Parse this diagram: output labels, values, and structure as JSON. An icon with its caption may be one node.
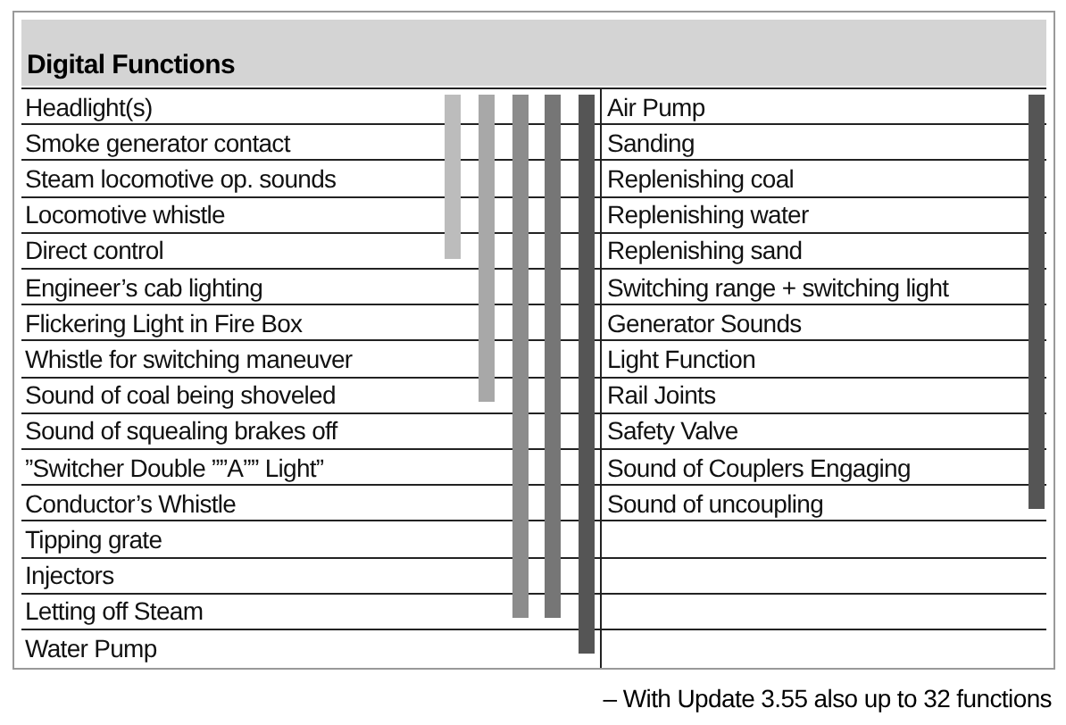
{
  "diagram": {
    "title": "Digital Functions",
    "labels": [
      "Headlight(s)",
      "Air Pump",
      "Smoke generator contact",
      "Sanding",
      "Steam locomotive op. sounds",
      "Replenishing coal",
      "Locomotive whistle",
      "Replenishing water",
      "Direct control",
      "Replenishing sand",
      "Engineer’s cab lighting",
      "Switching range + switching light",
      "Flickering Light in Fire Box",
      "Generator Sounds",
      "Whistle for switching maneuver",
      "Light Function",
      "Sound of coal being shoveled",
      "Rail Joints",
      "Sound of squealing brakes off",
      "Safety Valve",
      "”Switcher Double ””A”” Light”",
      "Sound of Couplers Engaging",
      "Conductor’s Whistle",
      "Sound of uncoupling",
      "Tipping grate",
      "Injectors",
      "Letting off Steam",
      "Water Pump",
      "– With Update 3.55 also up to 32 functions"
    ]
  }
}
